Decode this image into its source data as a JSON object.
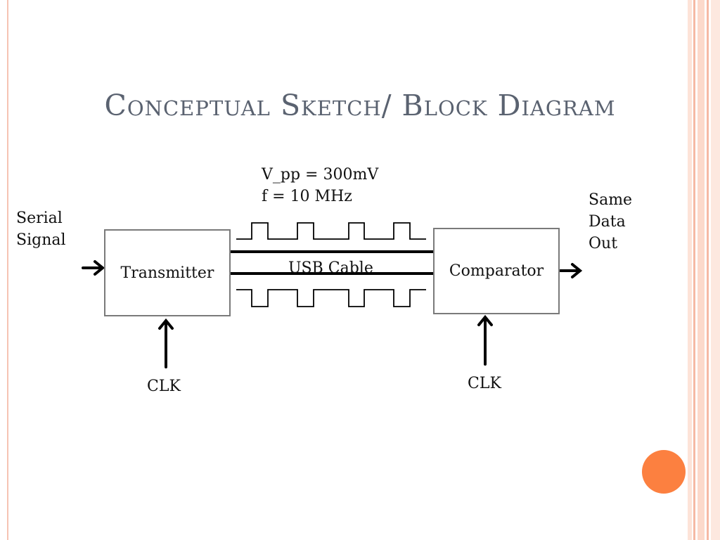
{
  "slide": {
    "title": "Conceptual Sketch/ Block Diagram",
    "accent_color": "#fc8040",
    "frame_color": "#f6c3b3"
  },
  "diagram": {
    "input_label": "Serial\nSignal",
    "output_label": "Same\nData\nOut",
    "transmitter": "Transmitter",
    "comparator": "Comparator",
    "cable_label": "USB Cable",
    "signal_annotation": "V_pp = 300mV\nf = 10 MHz",
    "clk_left": "CLK",
    "clk_right": "CLK"
  }
}
